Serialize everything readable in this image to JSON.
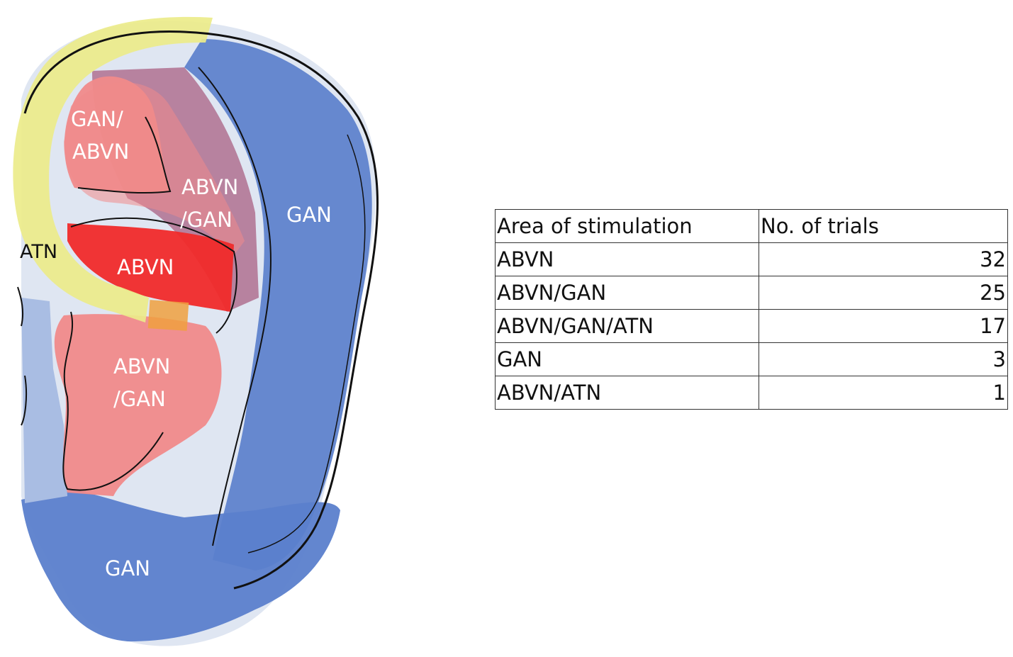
{
  "diagram": {
    "labels": {
      "gan_abvn_upper_line1": "GAN/",
      "gan_abvn_upper_line2": "ABVN",
      "abvn_gan_upper_line1": "ABVN",
      "abvn_gan_upper_line2": "/GAN",
      "gan_helix": "GAN",
      "atn": "ATN",
      "abvn_center": "ABVN",
      "abvn_gan_lower_line1": "ABVN",
      "abvn_gan_lower_line2": "/GAN",
      "gan_lobe": "GAN"
    },
    "colors": {
      "GAN": "#5b80cc",
      "ABVN": "#f02a2a",
      "ABVN_GAN": "#f08a8a",
      "ATN": "#ecec8a",
      "overlap_purple": "#b07090",
      "outline": "#111111"
    }
  },
  "table": {
    "headers": [
      "Area of stimulation",
      "No. of trials"
    ],
    "rows": [
      {
        "area": "ABVN",
        "trials": "32"
      },
      {
        "area": "ABVN/GAN",
        "trials": "25"
      },
      {
        "area": "ABVN/GAN/ATN",
        "trials": "17"
      },
      {
        "area": "GAN",
        "trials": "3"
      },
      {
        "area": "ABVN/ATN",
        "trials": "1"
      }
    ]
  }
}
